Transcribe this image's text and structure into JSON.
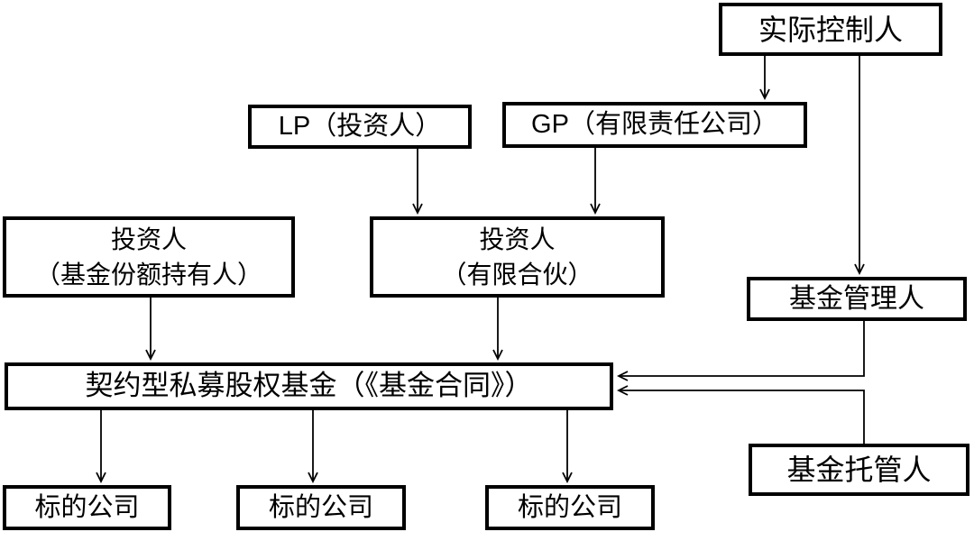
{
  "colors": {
    "background": "#ffffff",
    "box_border": "#000000",
    "line": "#000000",
    "text": "#000000"
  },
  "nodes": {
    "actual_controller": {
      "label": "实际控制人"
    },
    "lp": {
      "label": "LP（投资人）"
    },
    "gp": {
      "label": "GP（有限责任公司）"
    },
    "investor_share_holder": {
      "line1": "投资人",
      "line2": "（基金份额持有人）"
    },
    "investor_limited_partnership": {
      "line1": "投资人",
      "line2": "（有限合伙）"
    },
    "fund_manager": {
      "label": "基金管理人"
    },
    "contract_fund": {
      "label": "契约型私募股权基金（《基金合同》）"
    },
    "fund_custodian": {
      "label": "基金托管人"
    },
    "target_company_1": {
      "label": "标的公司"
    },
    "target_company_2": {
      "label": "标的公司"
    },
    "target_company_3": {
      "label": "标的公司"
    }
  },
  "edges": [
    {
      "from": "actual_controller",
      "to": "gp"
    },
    {
      "from": "actual_controller",
      "to": "fund_manager"
    },
    {
      "from": "lp",
      "to": "investor_limited_partnership"
    },
    {
      "from": "gp",
      "to": "investor_limited_partnership"
    },
    {
      "from": "investor_share_holder",
      "to": "contract_fund"
    },
    {
      "from": "investor_limited_partnership",
      "to": "contract_fund"
    },
    {
      "from": "fund_manager",
      "to": "contract_fund"
    },
    {
      "from": "fund_custodian",
      "to": "contract_fund"
    },
    {
      "from": "contract_fund",
      "to": "target_company_1"
    },
    {
      "from": "contract_fund",
      "to": "target_company_2"
    },
    {
      "from": "contract_fund",
      "to": "target_company_3"
    }
  ]
}
